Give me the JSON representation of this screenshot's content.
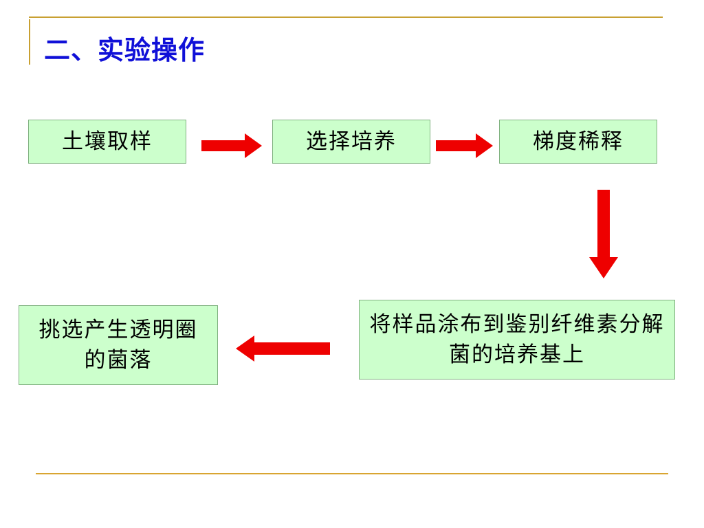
{
  "title": "二、实验操作",
  "steps": [
    {
      "label": "土壤取样"
    },
    {
      "label": "选择培养"
    },
    {
      "label": "梯度稀释"
    },
    {
      "label": "将样品涂布到鉴别纤维素分解菌的培养基上"
    },
    {
      "label": "挑选产生透明圈的菌落"
    }
  ],
  "colors": {
    "title": "#1010d8",
    "box_fill": "#ccffcc",
    "arrow": "#ee0000",
    "rule": "#c8a032"
  }
}
